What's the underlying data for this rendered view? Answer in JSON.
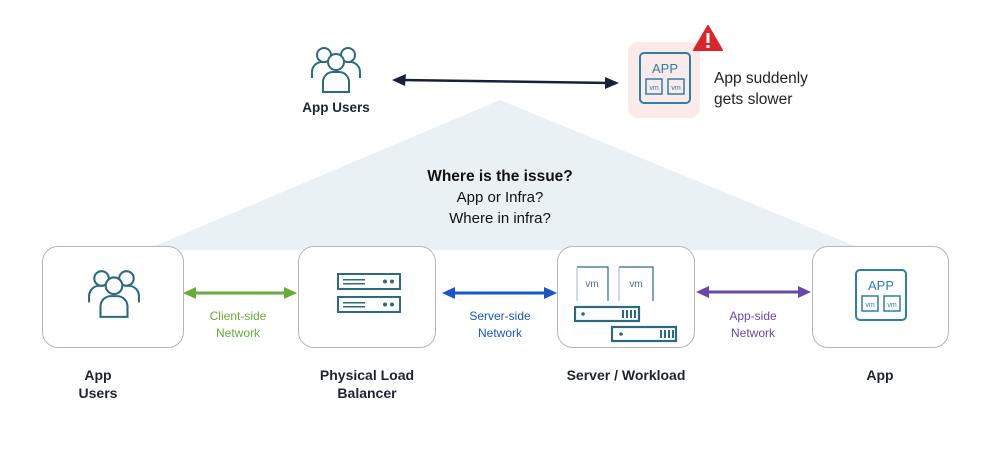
{
  "top": {
    "users_label": "App Users",
    "app_badge": {
      "title": "APP",
      "vm1": "vm",
      "vm2": "vm"
    },
    "callout": [
      "App suddenly",
      "gets slower"
    ],
    "alert_icon": "warning-triangle-icon"
  },
  "question": {
    "title": "Where is the issue?",
    "lines": [
      "App or Infra?",
      "Where in infra?"
    ]
  },
  "nodes": [
    {
      "id": "app-users",
      "label": [
        "App",
        "Users"
      ],
      "icon": "users-icon"
    },
    {
      "id": "load-balancer",
      "label": [
        "Physical Load",
        "Balancer"
      ],
      "icon": "load-balancer-icon"
    },
    {
      "id": "server",
      "label": [
        "Server / Workload"
      ],
      "icon": "server-icon",
      "vm1": "vm",
      "vm2": "vm"
    },
    {
      "id": "app",
      "label": [
        "App"
      ],
      "icon": "app-icon",
      "app_title": "APP",
      "vm1": "vm",
      "vm2": "vm"
    }
  ],
  "networks": [
    {
      "label": [
        "Client-side",
        "Network"
      ],
      "color": "#6aaa3a"
    },
    {
      "label": [
        "Server-side",
        "Network"
      ],
      "color": "#1a55c9"
    },
    {
      "label": [
        "App-side",
        "Network"
      ],
      "color": "#6a47a8"
    }
  ],
  "colors": {
    "icon": "#2b6a80",
    "app_icon": "#2e7fa8",
    "triangle_fill": "#e9f1f5",
    "callout_bg": "#fbeaea",
    "alert": "#d9262b",
    "top_arrow": "#1a1f3a"
  }
}
